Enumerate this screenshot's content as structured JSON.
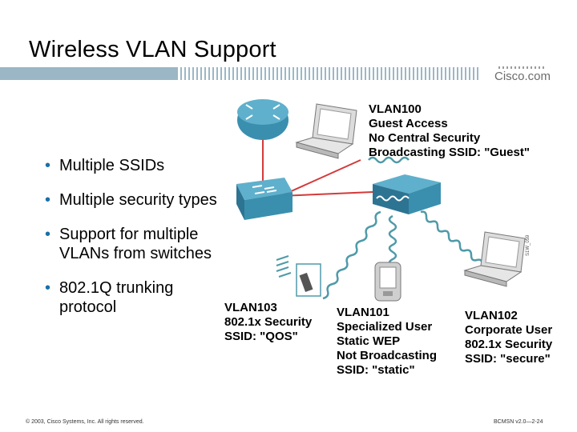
{
  "title": "Wireless VLAN Support",
  "brand": "Cisco.com",
  "bullets": [
    {
      "text": "Multiple SSIDs"
    },
    {
      "text": "Multiple security types"
    },
    {
      "text": "Support for multiple VLANs from switches"
    },
    {
      "text": "802.1Q trunking protocol"
    }
  ],
  "diagram": {
    "vlan100": "VLAN100\nGuest Access\nNo Central Security\nBroadcasting SSID: \"Guest\"",
    "vlan103": "VLAN103\n802.1x Security\nSSID: \"QOS\"",
    "vlan101": "VLAN101\nSpecialized User\nStatic WEP\nNot Broadcasting\nSSID: \"static\"",
    "vlan102": "VLAN102\nCorporate User\n802.1x Security\nSSID: \"secure\"",
    "figure_id": "S1W_059",
    "colors": {
      "device_blue": "#3a8fae",
      "wired_link": "#d33a3a",
      "wireless_link": "#4f9aa8"
    }
  },
  "footer": {
    "copyright": "© 2003, Cisco Systems, Inc. All rights reserved.",
    "course": "BCMSN v2.0—2-24"
  }
}
